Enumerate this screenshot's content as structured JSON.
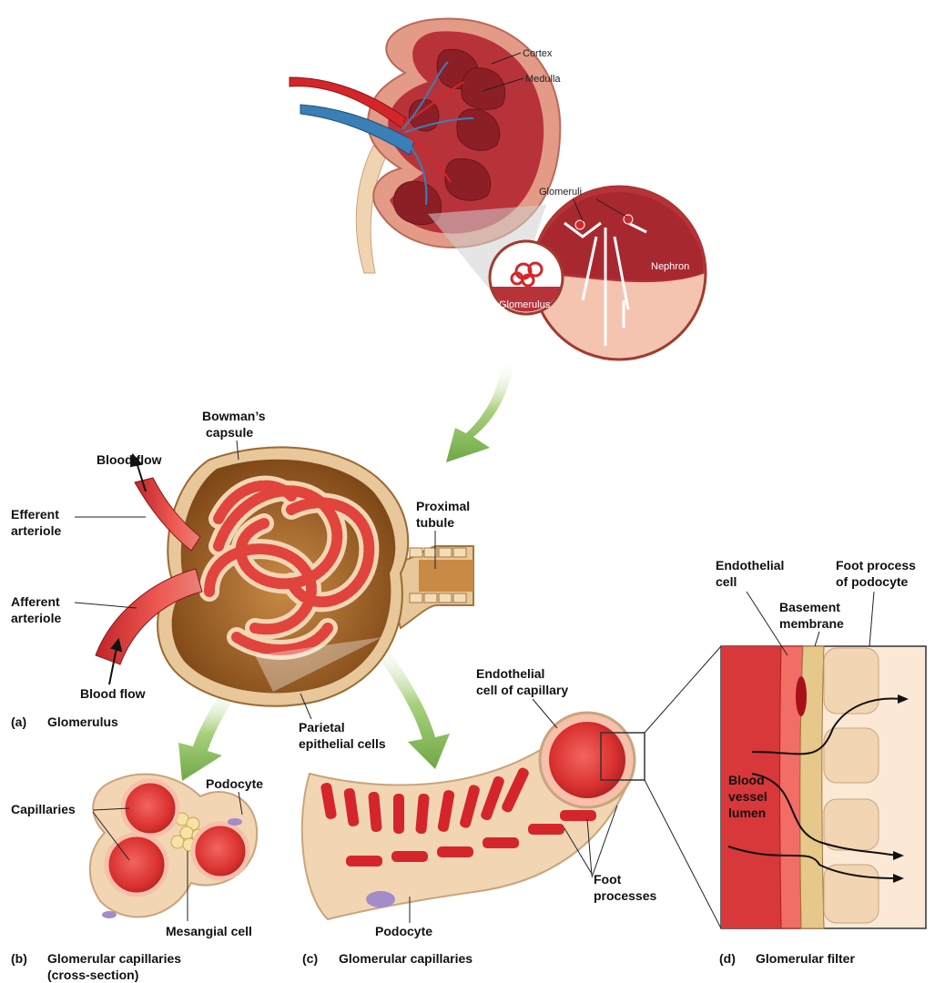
{
  "kidney": {
    "cortex": "Cortex",
    "medulla": "Medulla",
    "glomeruli": "Glomeruli",
    "nephron": "Nephron",
    "glomerulus": "Glomerulus"
  },
  "panel_a": {
    "bowmans_1": "Bowman’s",
    "bowmans_2": "capsule",
    "blood_flow_top": "Blood flow",
    "efferent_1": "Efferent",
    "efferent_2": "arteriole",
    "afferent_1": "Afferent",
    "afferent_2": "arteriole",
    "blood_flow_bottom": "Blood flow",
    "proximal_1": "Proximal",
    "proximal_2": "tubule",
    "parietal_1": "Parietal",
    "parietal_2": "epithelial cells",
    "caption_letter": "(a)",
    "caption": "Glomerulus"
  },
  "panel_b": {
    "podocyte": "Podocyte",
    "capillaries": "Capillaries",
    "mesangial": "Mesangial cell",
    "caption_letter": "(b)",
    "caption_1": "Glomerular capillaries",
    "caption_2": "(cross-section)"
  },
  "panel_c": {
    "endothelial_1": "Endothelial",
    "endothelial_2": "cell of capillary",
    "foot_1": "Foot",
    "foot_2": "processes",
    "podocyte": "Podocyte",
    "caption_letter": "(c)",
    "caption": "Glomerular capillaries"
  },
  "panel_d": {
    "endo_1": "Endothelial",
    "endo_2": "cell",
    "foot_1": "Foot process",
    "foot_2": "of podocyte",
    "basement_1": "Basement",
    "basement_2": "membrane",
    "lumen_1": "Blood",
    "lumen_2": "vessel",
    "lumen_3": "lumen",
    "caption_letter": "(d)",
    "caption": "Glomerular filter"
  },
  "colors": {
    "kidney_outer": "#e39a86",
    "kidney_cortex": "#b8323a",
    "medulla_pyramid": "#8c1f26",
    "artery": "#d4262a",
    "vein": "#3a7fb6",
    "ureter": "#f0d3b0",
    "capsule_wall": "#e8c79a",
    "capsule_inner": "#a66a2c",
    "capillary": "#d8383a",
    "podocyte": "#f2d6b4",
    "arrow_green": "#86b85a"
  }
}
